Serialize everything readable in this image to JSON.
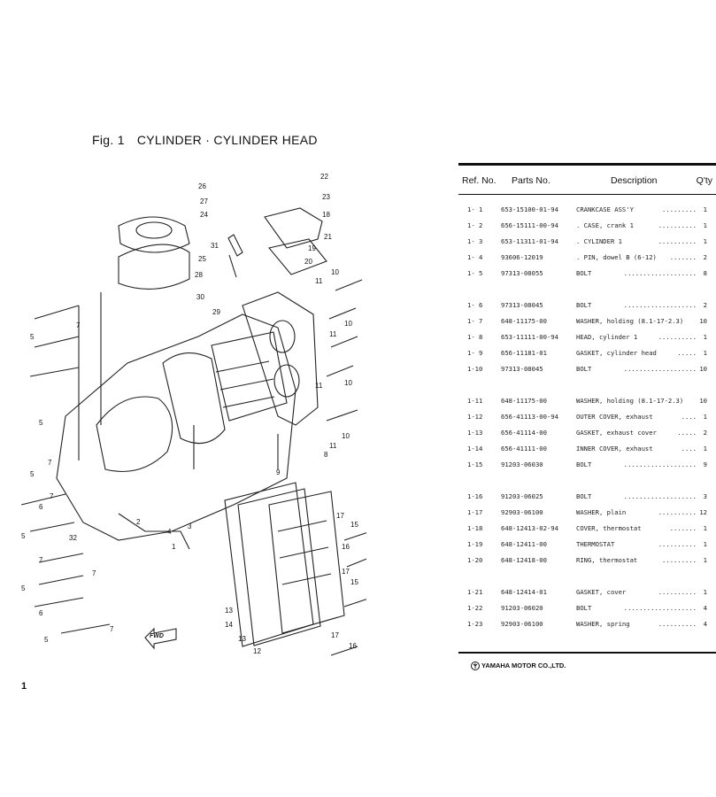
{
  "figure": {
    "number": "Fig. 1",
    "title": "CYLINDER · CYLINDER HEAD"
  },
  "callouts": [
    "1",
    "2",
    "3",
    "4",
    "5",
    "6",
    "7",
    "8",
    "9",
    "10",
    "11",
    "12",
    "13",
    "14",
    "15",
    "16",
    "17",
    "18",
    "19",
    "20",
    "21",
    "22",
    "23",
    "24",
    "25",
    "26",
    "27",
    "28",
    "29",
    "30",
    "31",
    "32"
  ],
  "fwd_label": "FWD",
  "page_number": "1",
  "table": {
    "headers": {
      "ref": "Ref. No.",
      "parts": "Parts No.",
      "desc": "Description",
      "qty": "Q'ty"
    },
    "rows": [
      {
        "ref": "1- 1",
        "part": "653-15100-01-94",
        "desc": "CRANKCASE ASS'Y",
        "dots": ".........",
        "qty": "1"
      },
      {
        "ref": "1- 2",
        "part": "656-15111-00-94",
        "desc": ". CASE, crank 1",
        "dots": "..........",
        "qty": "1"
      },
      {
        "ref": "1- 3",
        "part": "653-11311-01-94",
        "desc": ". CYLINDER 1",
        "dots": "..........",
        "qty": "1"
      },
      {
        "ref": "1- 4",
        "part": "93606-12019",
        "desc": ". PIN, dowel B (6-12)",
        "dots": ".......",
        "qty": "2"
      },
      {
        "ref": "1- 5",
        "part": "97313-08055",
        "desc": "BOLT",
        "dots": "...................",
        "qty": "8"
      },
      {
        "ref": "1- 6",
        "part": "97313-08045",
        "desc": "BOLT",
        "dots": "...................",
        "qty": "2"
      },
      {
        "ref": "1- 7",
        "part": "648-11175-00",
        "desc": "WASHER, holding (8.1-17-2.3)",
        "dots": "",
        "qty": "10"
      },
      {
        "ref": "1- 8",
        "part": "653-11111-00-94",
        "desc": "HEAD, cylinder 1",
        "dots": "..........",
        "qty": "1"
      },
      {
        "ref": "1- 9",
        "part": "656-11181-01",
        "desc": "GASKET, cylinder head",
        "dots": ".....",
        "qty": "1"
      },
      {
        "ref": "1-10",
        "part": "97313-08045",
        "desc": "BOLT",
        "dots": "...................",
        "qty": "10"
      },
      {
        "ref": "1-11",
        "part": "648-11175-00",
        "desc": "WASHER, holding (8.1-17-2.3)",
        "dots": "",
        "qty": "10"
      },
      {
        "ref": "1-12",
        "part": "656-41113-00-94",
        "desc": "OUTER COVER, exhaust",
        "dots": "....",
        "qty": "1"
      },
      {
        "ref": "1-13",
        "part": "656-41114-00",
        "desc": "GASKET, exhaust cover",
        "dots": ".....",
        "qty": "2"
      },
      {
        "ref": "1-14",
        "part": "656-41111-00",
        "desc": "INNER COVER, exhaust",
        "dots": "....",
        "qty": "1"
      },
      {
        "ref": "1-15",
        "part": "91203-06030",
        "desc": "BOLT",
        "dots": "...................",
        "qty": "9"
      },
      {
        "ref": "1-16",
        "part": "91203-06025",
        "desc": "BOLT",
        "dots": "...................",
        "qty": "3"
      },
      {
        "ref": "1-17",
        "part": "92903-06100",
        "desc": "WASHER, plain",
        "dots": "..........",
        "qty": "12"
      },
      {
        "ref": "1-18",
        "part": "648-12413-02-94",
        "desc": "COVER, thermostat",
        "dots": ".......",
        "qty": "1"
      },
      {
        "ref": "1-19",
        "part": "648-12411-00",
        "desc": "THERMOSTAT",
        "dots": "..........",
        "qty": "1"
      },
      {
        "ref": "1-20",
        "part": "648-12418-00",
        "desc": "RING, thermostat",
        "dots": ".........",
        "qty": "1"
      },
      {
        "ref": "1-21",
        "part": "648-12414-01",
        "desc": "GASKET, cover",
        "dots": "..........",
        "qty": "1"
      },
      {
        "ref": "1-22",
        "part": "91203-06020",
        "desc": "BOLT",
        "dots": "...................",
        "qty": "4"
      },
      {
        "ref": "1-23",
        "part": "92903-06100",
        "desc": "WASHER, spring",
        "dots": "..........",
        "qty": "4"
      }
    ]
  },
  "footer": {
    "company": "YAMAHA MOTOR CO.,LTD."
  }
}
